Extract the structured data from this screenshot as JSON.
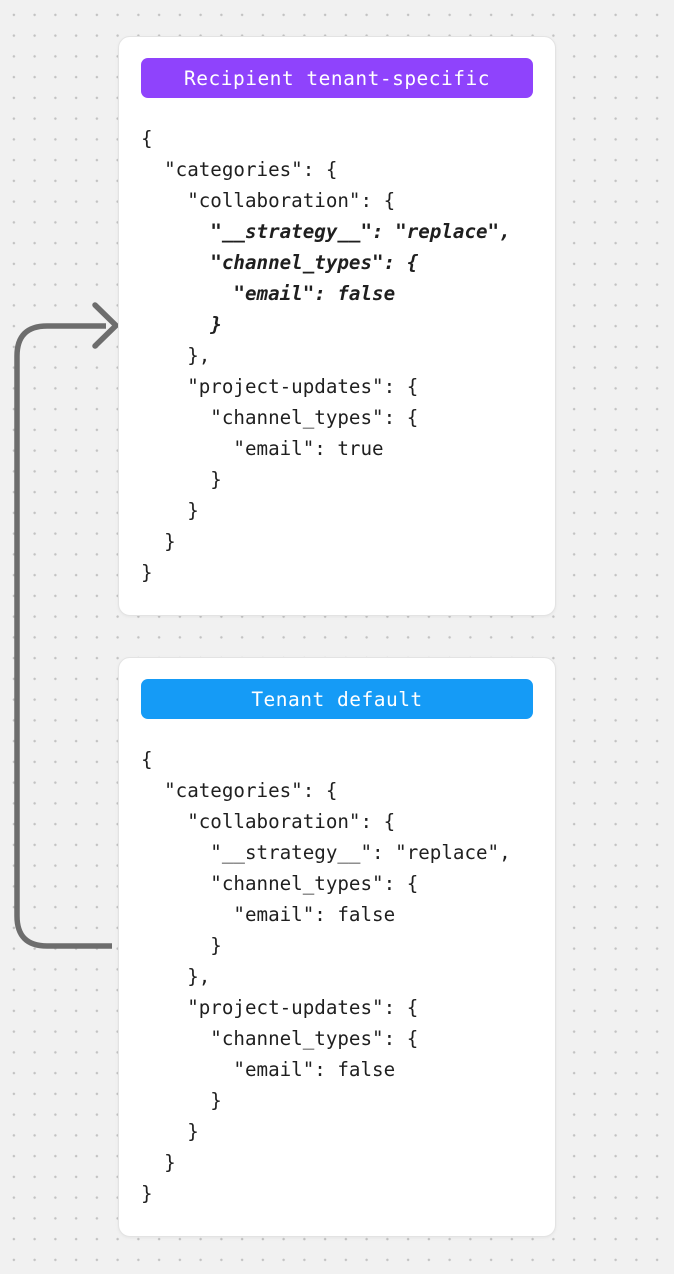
{
  "page": {
    "background": "#f1f1f1",
    "dot_color": "#c2c2c2"
  },
  "arrow": {
    "description": "curved arrow from tenant-default card pointing into recipient tenant-specific card",
    "color": "#6d6d6d"
  },
  "cards": [
    {
      "badge": {
        "label": "Recipient tenant-specific",
        "background": "#8f43fc",
        "text_color": "#ffffff"
      },
      "code_lines": [
        {
          "text": "{",
          "emphasized": false
        },
        {
          "text": "  \"categories\": {",
          "emphasized": false
        },
        {
          "text": "    \"collaboration\": {",
          "emphasized": false
        },
        {
          "text": "      \"__strategy__\": \"replace\",",
          "emphasized": true
        },
        {
          "text": "      \"channel_types\": {",
          "emphasized": true
        },
        {
          "text": "        \"email\": false",
          "emphasized": true
        },
        {
          "text": "      }",
          "emphasized": true
        },
        {
          "text": "    },",
          "emphasized": false
        },
        {
          "text": "    \"project-updates\": {",
          "emphasized": false
        },
        {
          "text": "      \"channel_types\": {",
          "emphasized": false
        },
        {
          "text": "        \"email\": true",
          "emphasized": false
        },
        {
          "text": "      }",
          "emphasized": false
        },
        {
          "text": "    }",
          "emphasized": false
        },
        {
          "text": "  }",
          "emphasized": false
        },
        {
          "text": "}",
          "emphasized": false
        }
      ]
    },
    {
      "badge": {
        "label": "Tenant default",
        "background": "#159bf6",
        "text_color": "#ffffff"
      },
      "code_lines": [
        {
          "text": "{",
          "emphasized": false
        },
        {
          "text": "  \"categories\": {",
          "emphasized": false
        },
        {
          "text": "    \"collaboration\": {",
          "emphasized": false
        },
        {
          "text": "      \"__strategy__\": \"replace\",",
          "emphasized": false
        },
        {
          "text": "      \"channel_types\": {",
          "emphasized": false
        },
        {
          "text": "        \"email\": false",
          "emphasized": false
        },
        {
          "text": "      }",
          "emphasized": false
        },
        {
          "text": "    },",
          "emphasized": false
        },
        {
          "text": "    \"project-updates\": {",
          "emphasized": false
        },
        {
          "text": "      \"channel_types\": {",
          "emphasized": false
        },
        {
          "text": "        \"email\": false",
          "emphasized": false
        },
        {
          "text": "      }",
          "emphasized": false
        },
        {
          "text": "    }",
          "emphasized": false
        },
        {
          "text": "  }",
          "emphasized": false
        },
        {
          "text": "}",
          "emphasized": false
        }
      ]
    }
  ]
}
